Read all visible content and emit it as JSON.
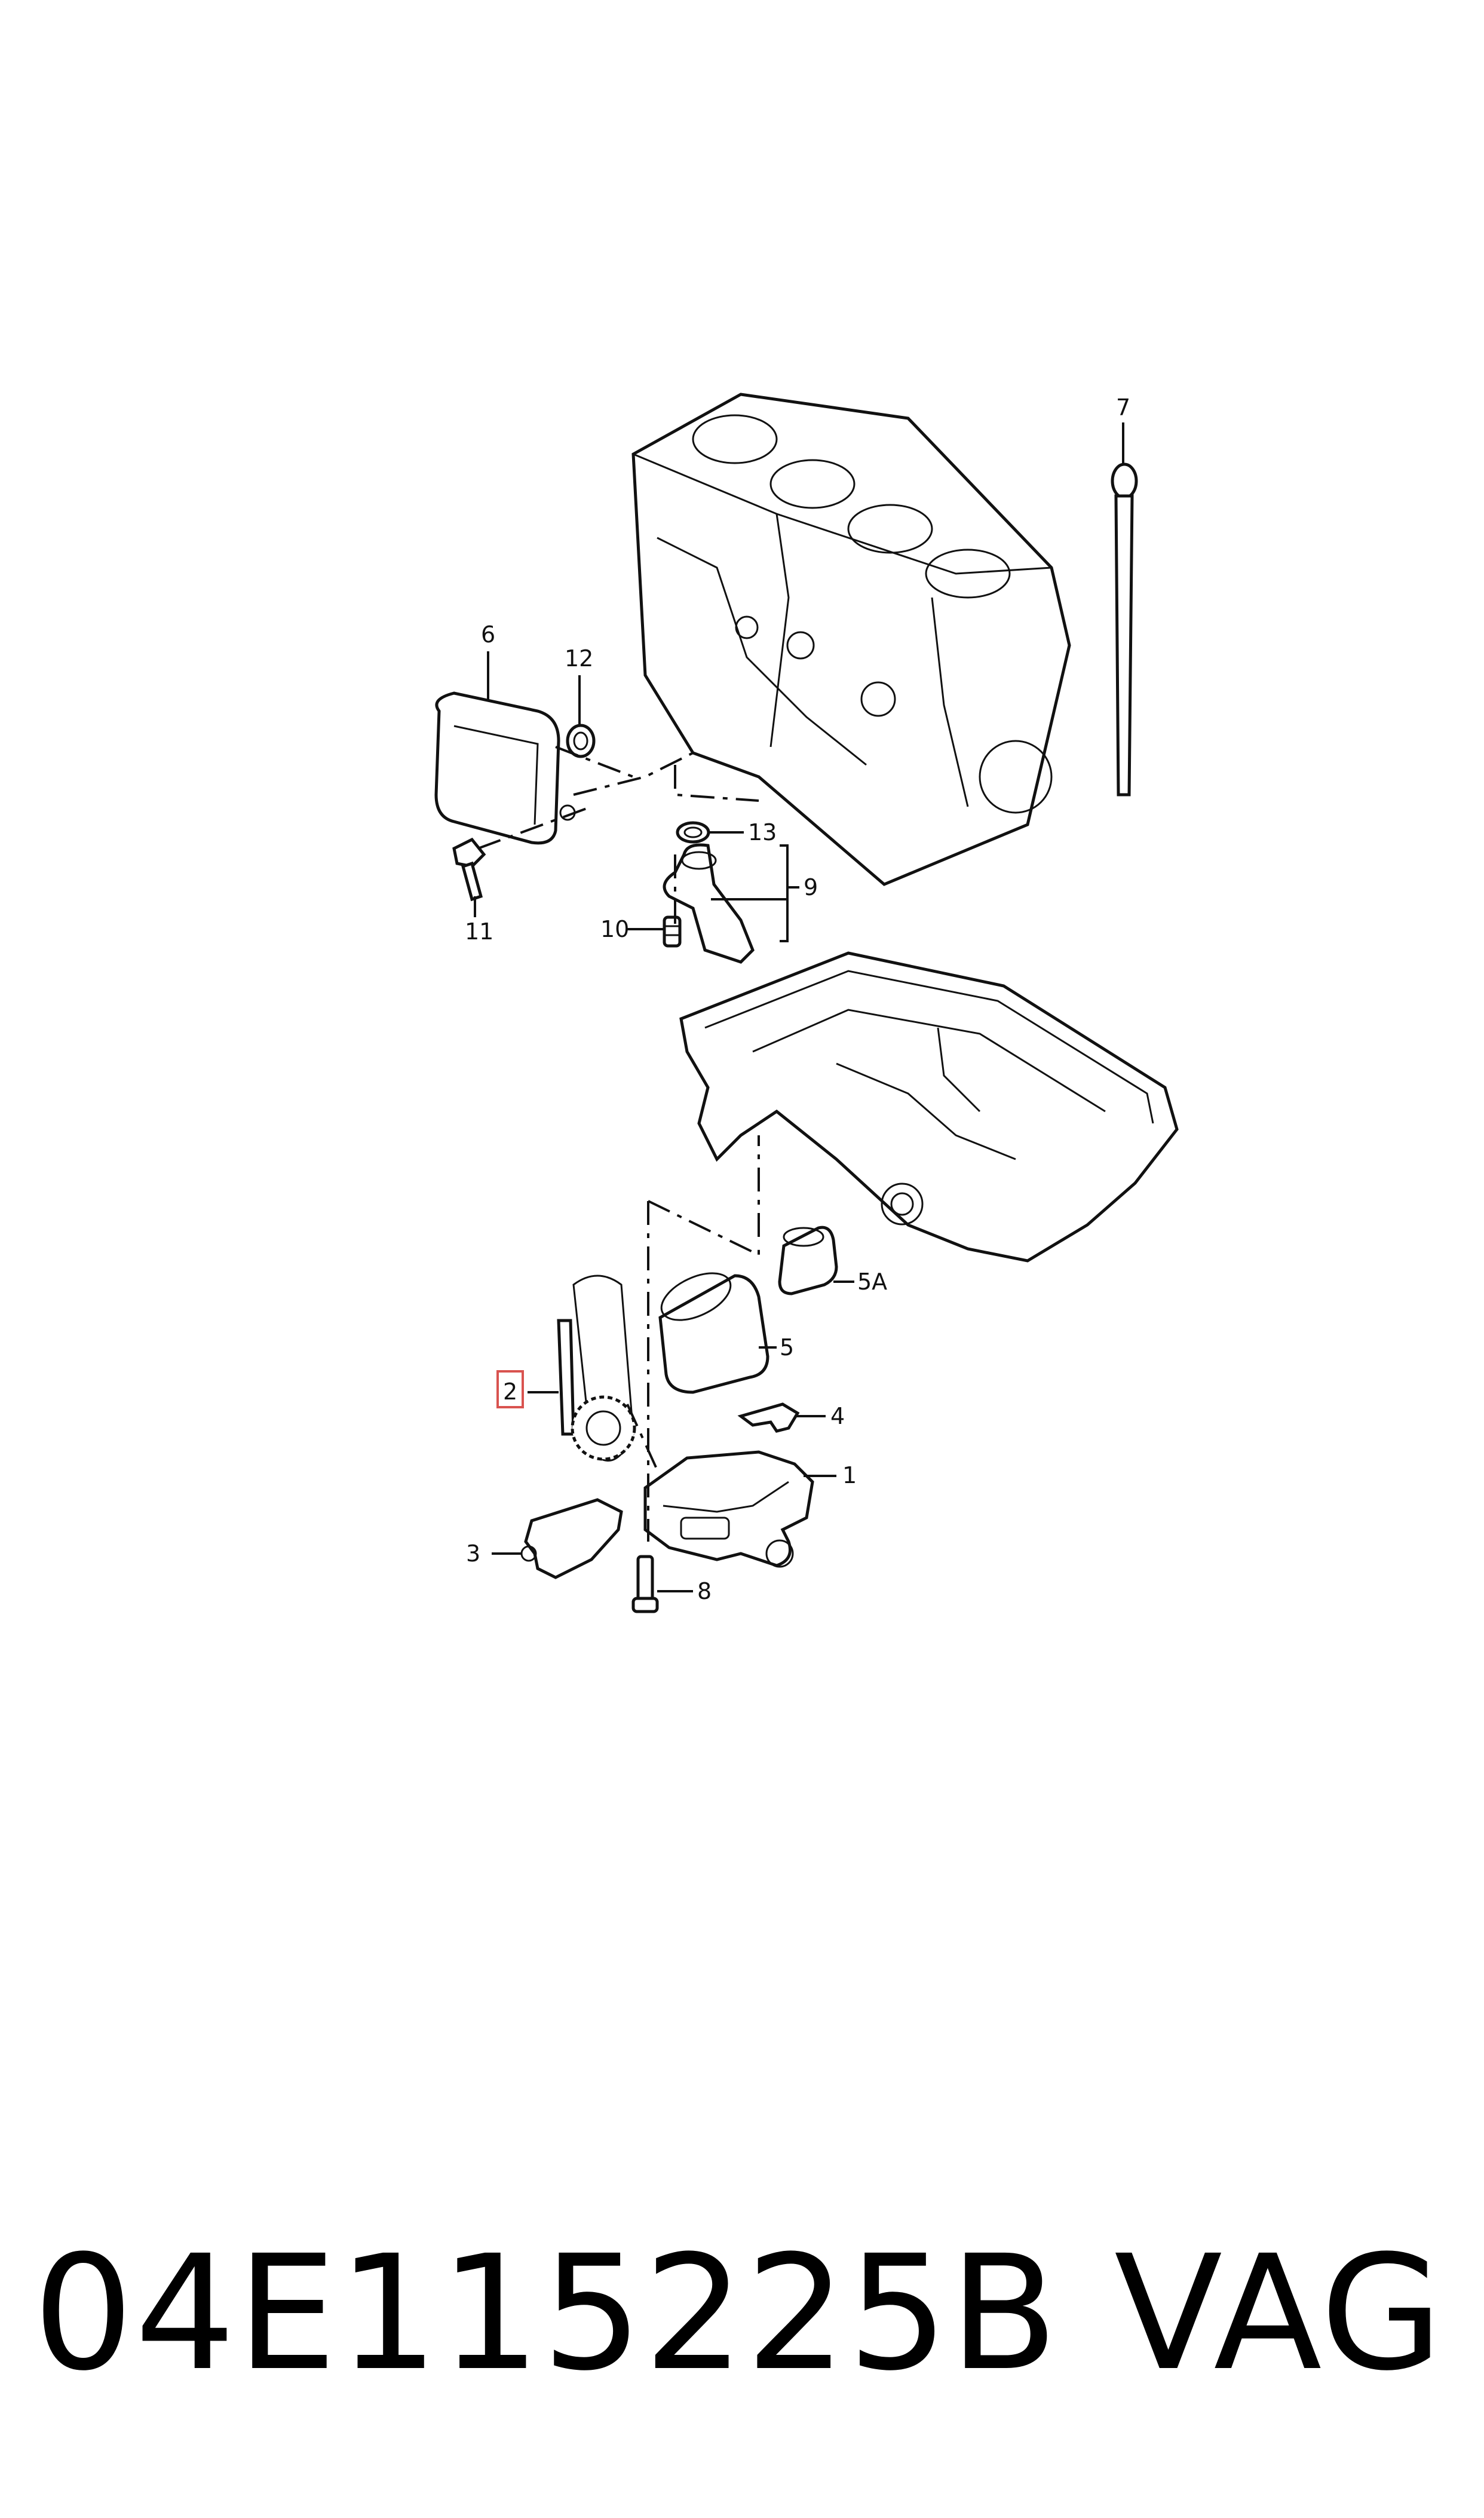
{
  "callouts": {
    "c1": "1",
    "c2": "2",
    "c3": "3",
    "c4": "4",
    "c5": "5",
    "c5a": "5A",
    "c6": "6",
    "c7": "7",
    "c8": "8",
    "c9": "9",
    "c10": "10",
    "c11": "11",
    "c12": "12",
    "c13": "13"
  },
  "highlighted_callout": "2",
  "highlight_color": "#d9534f",
  "footer": {
    "part_number": "04E115225B",
    "brand": "VAG"
  }
}
